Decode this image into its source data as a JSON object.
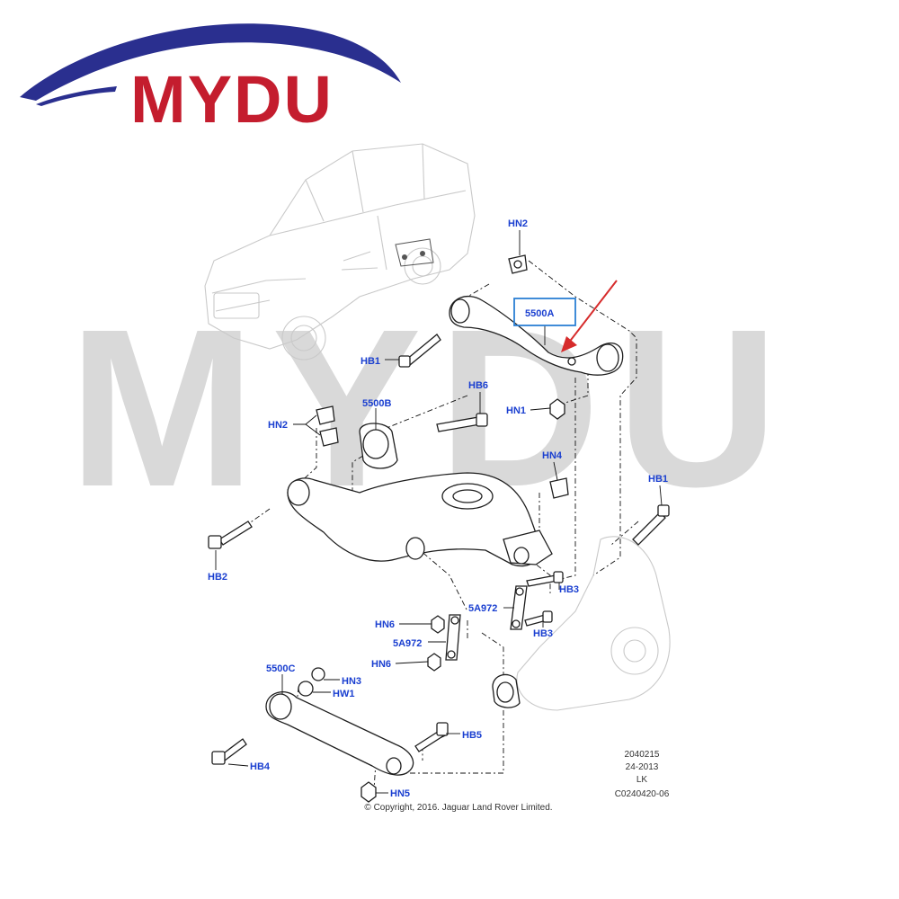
{
  "logo": {
    "text": "MYDU",
    "color_letters": "#c41d2e",
    "color_swoosh": "#2a2f8f"
  },
  "watermark": {
    "text": "MYDU",
    "color": "#d9d9d9"
  },
  "callouts": {
    "hn2_top": "HN2",
    "p5500a": "5500A",
    "hb1_left": "HB1",
    "hb6": "HB6",
    "hn1": "HN1",
    "p5500b": "5500B",
    "hn2_left": "HN2",
    "hn4": "HN4",
    "hb1_right": "HB1",
    "hb2": "HB2",
    "hb3_a": "HB3",
    "p5a972_a": "5A972",
    "hn6_a": "HN6",
    "hb3_b": "HB3",
    "p5a972_b": "5A972",
    "hn6_b": "HN6",
    "p5500c": "5500C",
    "hn3": "HN3",
    "hw1": "HW1",
    "hb5": "HB5",
    "hb4": "HB4",
    "hn5": "HN5"
  },
  "reference": {
    "line1": "2040215",
    "line2": "24-2013",
    "line3": "LK",
    "line4": "C0240420-06"
  },
  "copyright": "© Copyright, 2016. Jaguar Land Rover Limited.",
  "colors": {
    "callout": "#1a3fd0",
    "highlight_box": "#2b7fd4",
    "pointer_arrow": "#d62b2b"
  }
}
